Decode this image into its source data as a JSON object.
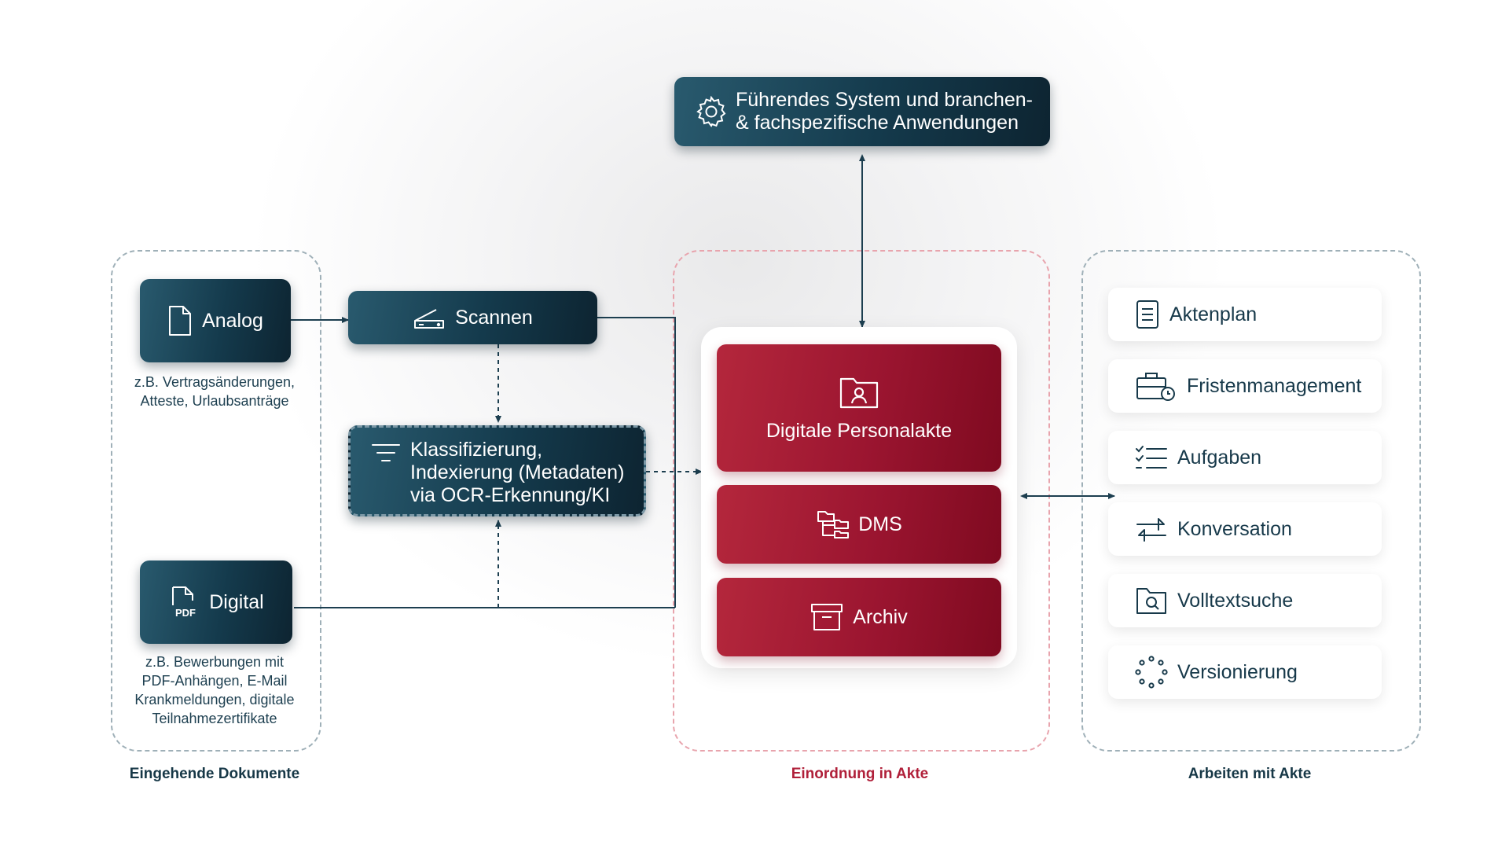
{
  "top_system": {
    "line1": "Führendes System und branchen-",
    "line2": "& fachspezifische Anwendungen",
    "icon": "gear-icon"
  },
  "incoming": {
    "analog": {
      "label": "Analog",
      "icon": "document-icon",
      "caption": [
        "z.B. Vertragsänderungen,",
        "Atteste, Urlaubsanträge"
      ]
    },
    "digital": {
      "label": "Digital",
      "icon": "pdf-file-icon",
      "icon_text": "PDF",
      "caption": [
        "z.B. Bewerbungen mit",
        "PDF-Anhängen, E-Mail",
        "Krankmeldungen, digitale",
        "Teilnahmezertifikate"
      ]
    },
    "section_label": "Eingehende Dokumente"
  },
  "processing": {
    "scan": {
      "label": "Scannen",
      "icon": "scanner-icon"
    },
    "classify": {
      "lines": [
        "Klassifizierung,",
        "Indexierung (Metadaten)",
        "via OCR-Erkennung/KI"
      ],
      "icon": "filter-icon"
    }
  },
  "filing": {
    "personalakte": {
      "label": "Digitale Personalakte",
      "icon": "person-folder-icon"
    },
    "dms": {
      "label": "DMS",
      "icon": "folder-tree-icon"
    },
    "archiv": {
      "label": "Archiv",
      "icon": "archive-box-icon"
    },
    "section_label": "Einordnung in Akte"
  },
  "working": {
    "features": [
      {
        "label": "Aktenplan",
        "icon": "file-list-icon"
      },
      {
        "label": "Fristenmanagement",
        "icon": "briefcase-clock-icon"
      },
      {
        "label": "Aufgaben",
        "icon": "checklist-icon"
      },
      {
        "label": "Konversation",
        "icon": "exchange-arrows-icon"
      },
      {
        "label": "Volltextsuche",
        "icon": "folder-search-icon"
      },
      {
        "label": "Versionierung",
        "icon": "dotted-circle-icon"
      }
    ],
    "section_label": "Arbeiten mit Akte"
  },
  "colors": {
    "dark_teal": "#143a4c",
    "accent_red": "#9b1530",
    "section_red": "#b0203a",
    "line": "#1d3f50"
  }
}
